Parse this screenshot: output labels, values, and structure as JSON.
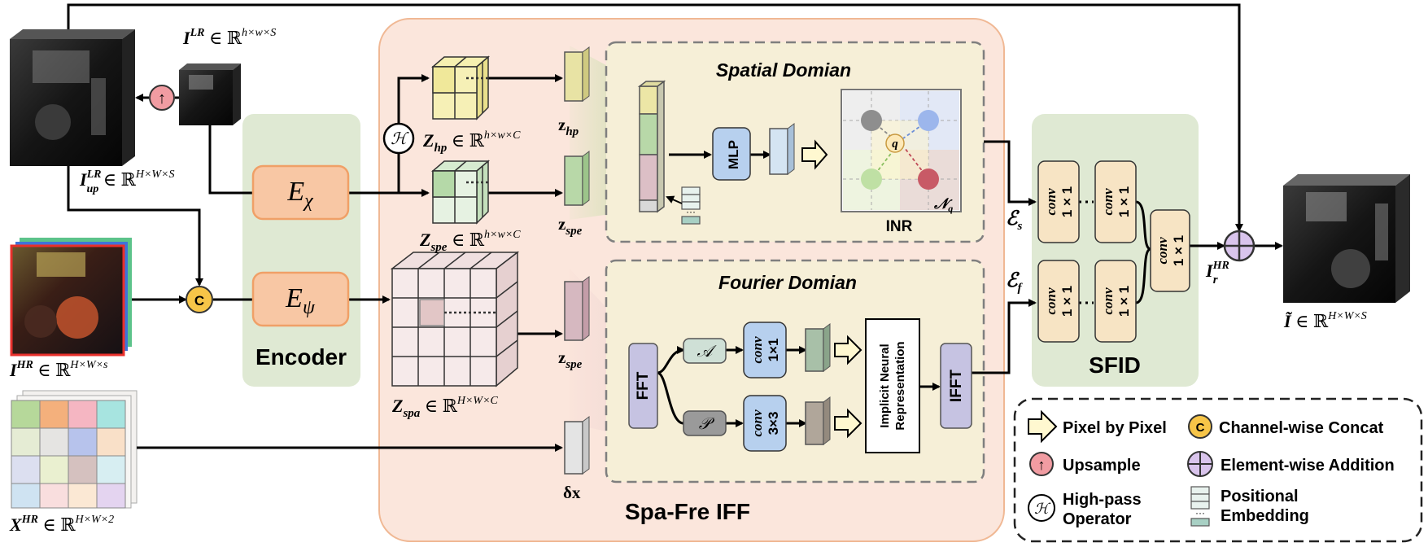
{
  "math": {
    "i_lr": "I",
    "i_lr_sup": "LR",
    "i_lr_space": " ∈ ℝ",
    "i_lr_dims": "h×w×S",
    "i_up": "I",
    "i_up_sub": "up",
    "i_up_sup": "LR",
    "i_up_space": " ∈ ℝ",
    "i_up_dims": "H×W×S",
    "i_hr": "I",
    "i_hr_sup": "HR",
    "i_hr_space": " ∈ ℝ",
    "i_hr_dims": "H×W×s",
    "x_hr": "X",
    "x_hr_sup": "HR",
    "x_hr_space": " ∈ ℝ",
    "x_hr_dims": "H×W×2",
    "z_hp": "Z",
    "z_hp_sub": "hp",
    "z_hp_space": " ∈ ℝ",
    "z_hp_dims": "h×w×C",
    "z_spe": "Z",
    "z_spe_sub": "spe",
    "z_spe_space": " ∈ ℝ",
    "z_spe_dims": "h×w×C",
    "z_spa": "Z",
    "z_spa_sub": "spa",
    "z_spa_space": " ∈ ℝ",
    "z_spa_dims": "H×W×C",
    "zvec_hp": "z",
    "zvec_hp_sub": "hp",
    "zvec_spe": "z",
    "zvec_spe_sub": "spe",
    "zvec_spe2": "z",
    "zvec_spe2_sub": "spe",
    "delta_x": "δx",
    "eps_s": "ℰ",
    "eps_s_sub": "s",
    "eps_f": "ℰ",
    "eps_f_sub": "f",
    "ir_hr": "I",
    "ir_hr_sub": "r",
    "ir_hr_sup": "HR",
    "out": "Ĩ",
    "out_space": " ∈ ℝ",
    "out_dims": "H×W×S",
    "e_chi": "E",
    "e_chi_sub": "χ",
    "e_psi": "E",
    "e_psi_sub": "ψ",
    "highpass_symbol": "ℋ",
    "amp_symbol": "𝒜",
    "phase_symbol": "𝒫",
    "q": "q",
    "nq": "𝒩",
    "nq_sub": "q",
    "upsample_symbol": "↑",
    "concat_symbol": "C"
  },
  "labels": {
    "encoder": "Encoder",
    "spafre": "Spa-Fre IFF",
    "spatial": "Spatial  Domian",
    "fourier": "Fourier  Domian",
    "mlp": "MLP",
    "inr": "INR",
    "fft": "FFT",
    "ifft": "IFFT",
    "conv1": "conv",
    "conv1_k": "1×1",
    "conv3": "conv",
    "conv3_k": "3×3",
    "implicit1": "Implicit Neural",
    "implicit2": "Representation",
    "sfid": "SFID",
    "sfid_conv": "conv",
    "sfid_k": "1 × 1",
    "dots": "...",
    "pe_dots": "···"
  },
  "legend": {
    "pixel": "Pixel by Pixel",
    "concat": "Channel-wise Concat",
    "upsample": "Upsample",
    "add": "Element-wise Addition",
    "highpass1": "High-pass",
    "highpass2": "Operator",
    "pe1": "Positional",
    "pe2": "Embedding"
  },
  "colors": {
    "encoder_bg": "#dfe9d3",
    "spafre_bg": "#fbe6dc",
    "spafre_border": "#f0b894",
    "domain_bg": "#f6efd7",
    "sfid_bg": "#dfe9d3",
    "encoder_block": "#f8c7a4",
    "conv_blue": "#b7d0ee",
    "fft_purple": "#c6c3e2",
    "conv_sfid": "#f7e4c4",
    "upsample_red": "#f19ca2",
    "concat_yellow": "#f7c548",
    "add_purple": "#d9c4ec"
  }
}
